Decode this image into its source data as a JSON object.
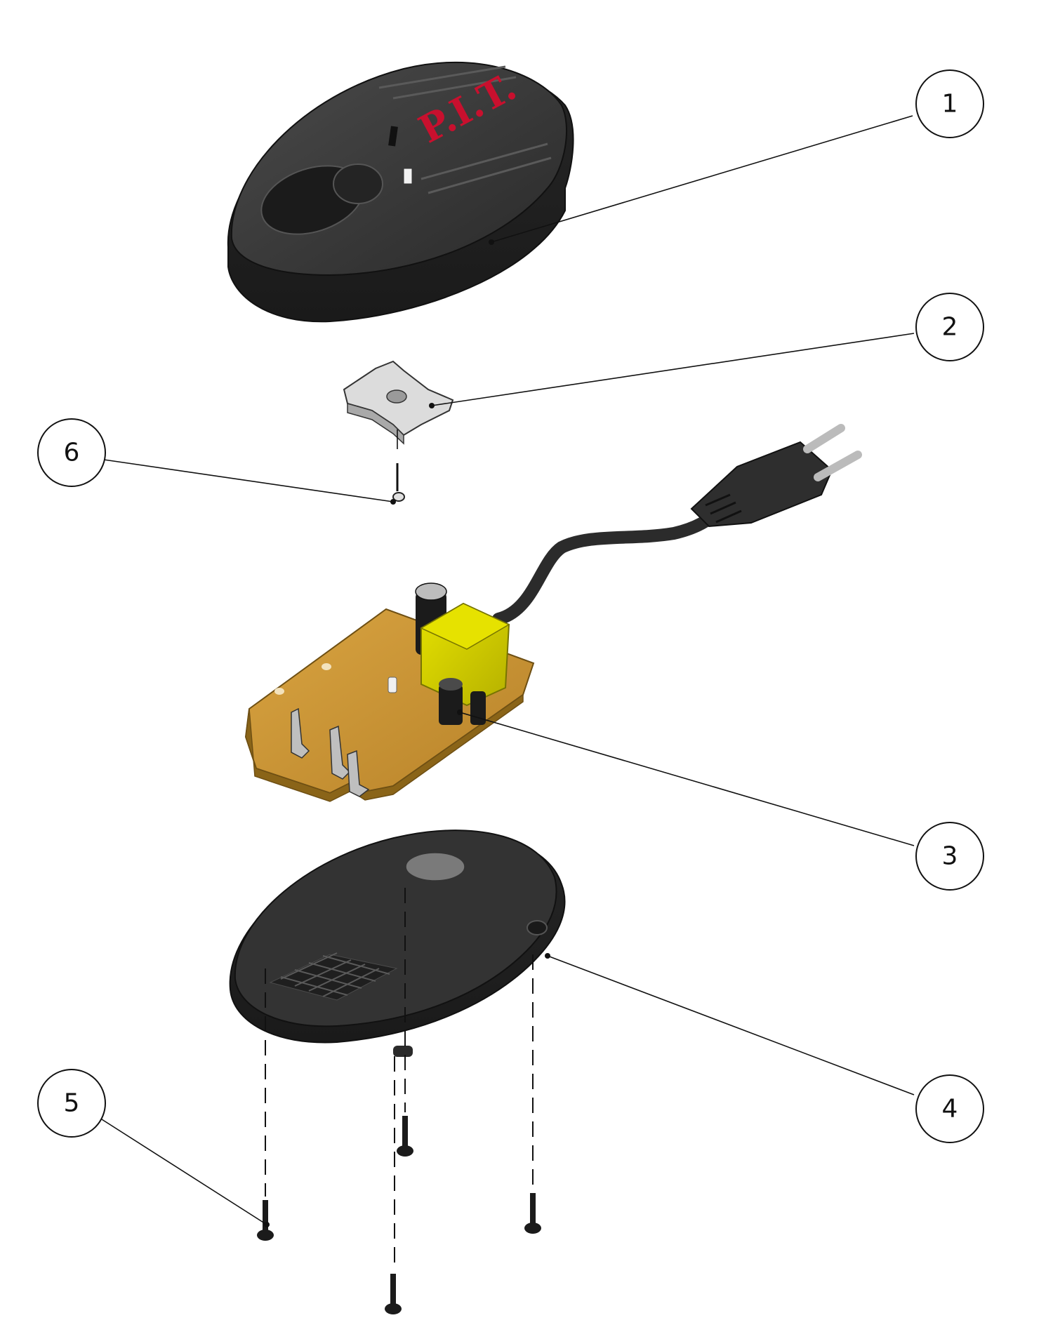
{
  "diagram": {
    "logo_text": "P.I.T.",
    "callouts": [
      {
        "id": "1",
        "label": "1"
      },
      {
        "id": "2",
        "label": "2"
      },
      {
        "id": "3",
        "label": "3"
      },
      {
        "id": "4",
        "label": "4"
      },
      {
        "id": "5",
        "label": "5"
      },
      {
        "id": "6",
        "label": "6"
      }
    ],
    "colors": {
      "housing": "#2e2e2e",
      "logo": "#c8102e",
      "pcb": "#c8932e",
      "transformer": "#d8d400",
      "holder": "#dcdcdc",
      "outline": "#111111"
    }
  }
}
